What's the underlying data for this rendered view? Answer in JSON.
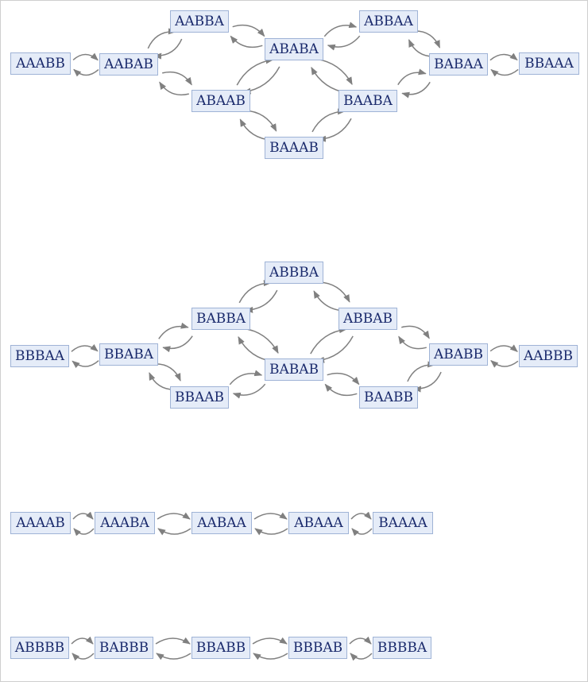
{
  "colors": {
    "node_fill": "#e5ecf8",
    "node_border": "#9fb3d6",
    "node_text": "#1a2a6c",
    "edge": "#808080",
    "frame": "#cfcfcf"
  },
  "graphs": [
    {
      "nodes": [
        "AAABB",
        "AABAB",
        "AABBA",
        "ABAAB",
        "ABABA",
        "BAAAB",
        "ABBAA",
        "BAABA",
        "BABAA",
        "BBAAA"
      ],
      "edges": [
        [
          "AAABB",
          "AABAB"
        ],
        [
          "AABAB",
          "AABBA"
        ],
        [
          "AABAB",
          "ABAAB"
        ],
        [
          "AABBA",
          "ABABA"
        ],
        [
          "ABAAB",
          "ABABA"
        ],
        [
          "ABAAB",
          "BAAAB"
        ],
        [
          "ABABA",
          "ABBAA"
        ],
        [
          "ABABA",
          "BAABA"
        ],
        [
          "BAAAB",
          "BAABA"
        ],
        [
          "ABBAA",
          "BABAA"
        ],
        [
          "BAABA",
          "BABAA"
        ],
        [
          "BABAA",
          "BBAAA"
        ]
      ]
    },
    {
      "nodes": [
        "BBBAA",
        "BBABA",
        "BABBA",
        "BBAAB",
        "ABBBA",
        "BABAB",
        "ABBAB",
        "BAABB",
        "ABABB",
        "AABBB"
      ],
      "edges": [
        [
          "BBBAA",
          "BBABA"
        ],
        [
          "BBABA",
          "BABBA"
        ],
        [
          "BBABA",
          "BBAAB"
        ],
        [
          "BABBA",
          "ABBBA"
        ],
        [
          "BABBA",
          "BABAB"
        ],
        [
          "BBAAB",
          "BABAB"
        ],
        [
          "ABBBA",
          "ABBAB"
        ],
        [
          "BABAB",
          "ABBAB"
        ],
        [
          "BABAB",
          "BAABB"
        ],
        [
          "ABBAB",
          "ABABB"
        ],
        [
          "BAABB",
          "ABABB"
        ],
        [
          "ABABB",
          "AABBB"
        ]
      ]
    },
    {
      "nodes": [
        "AAAAB",
        "AAABA",
        "AABAA",
        "ABAAA",
        "BAAAA"
      ],
      "edges": [
        [
          "AAAAB",
          "AAABA"
        ],
        [
          "AAABA",
          "AABAA"
        ],
        [
          "AABAA",
          "ABAAA"
        ],
        [
          "ABAAA",
          "BAAAA"
        ]
      ]
    },
    {
      "nodes": [
        "ABBBB",
        "BABBB",
        "BBABB",
        "BBBAB",
        "BBBBA"
      ],
      "edges": [
        [
          "ABBBB",
          "BABBB"
        ],
        [
          "BABBB",
          "BBABB"
        ],
        [
          "BBABB",
          "BBBAB"
        ],
        [
          "BBBAB",
          "BBBBA"
        ]
      ]
    }
  ]
}
